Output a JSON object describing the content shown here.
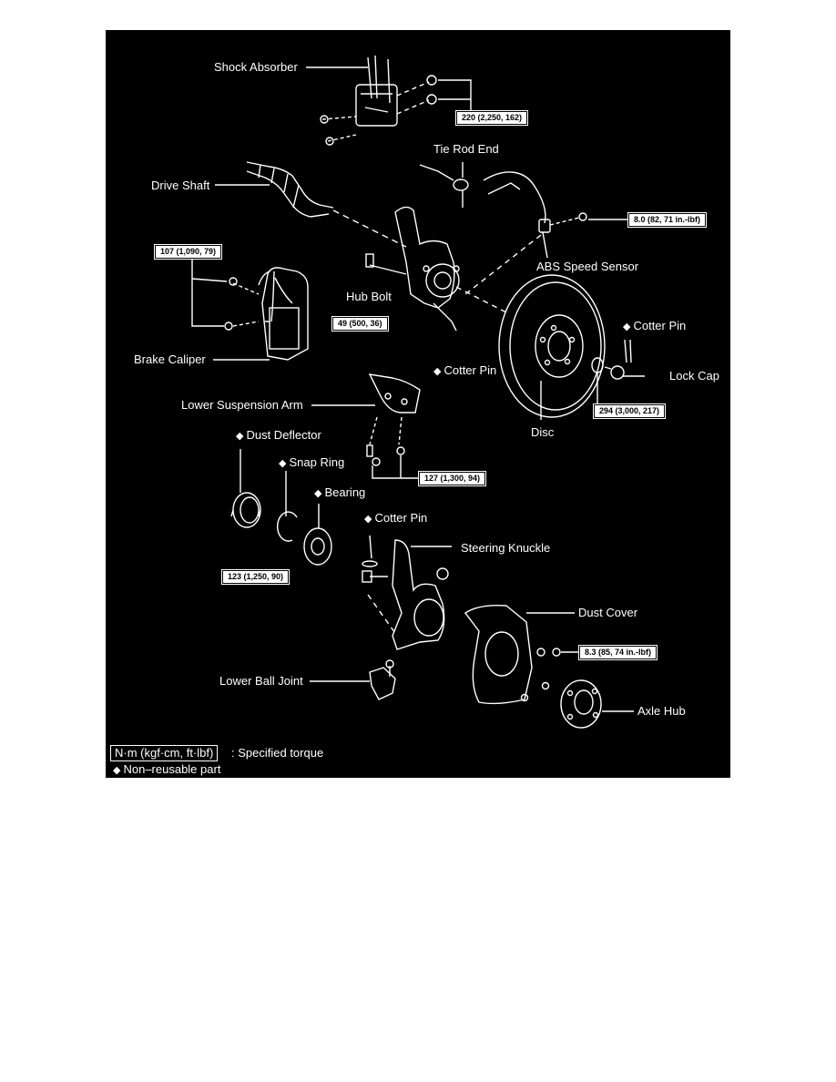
{
  "labels": {
    "shock_absorber": "Shock Absorber",
    "tie_rod_end": "Tie Rod End",
    "drive_shaft": "Drive Shaft",
    "abs_speed_sensor": "ABS Speed Sensor",
    "hub_bolt": "Hub Bolt",
    "brake_caliper": "Brake Caliper",
    "cotter_pin_upper": "Cotter Pin",
    "cotter_pin_right": "Cotter Pin",
    "lock_cap": "Lock Cap",
    "disc": "Disc",
    "lower_suspension_arm": "Lower Suspension Arm",
    "dust_deflector": "Dust Deflector",
    "snap_ring": "Snap Ring",
    "bearing": "Bearing",
    "cotter_pin_lower": "Cotter Pin",
    "steering_knuckle": "Steering Knuckle",
    "dust_cover": "Dust Cover",
    "lower_ball_joint": "Lower Ball Joint",
    "axle_hub": "Axle Hub"
  },
  "torques": {
    "shock": "220 (2,250, 162)",
    "abs": "8.0 (82, 71 in.-lbf)",
    "caliper": "107 (1,090, 79)",
    "hub_nut": "49 (500, 36)",
    "lock_nut": "294 (3,000, 217)",
    "arm": "127 (1,300, 94)",
    "ball_joint": "123 (1,250, 90)",
    "dust_cover": "8.3 (85, 74 in.-lbf)"
  },
  "legend": {
    "torque_box": "N·m (kgf·cm, ft·lbf)",
    "torque_text": ": Specified torque",
    "non_reusable": "Non–reusable part",
    "diamond": "◆"
  },
  "colors": {
    "background": "#000000",
    "line": "#ffffff"
  }
}
